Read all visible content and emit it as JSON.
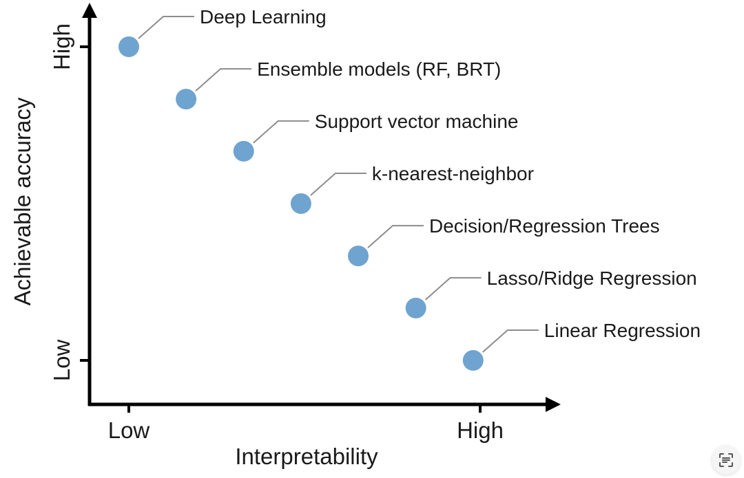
{
  "chart_data": {
    "type": "scatter",
    "xlabel": "Interpretability",
    "ylabel": "Achievable accuracy",
    "x_ticks": [
      {
        "label": "Low",
        "value": 0
      },
      {
        "label": "High",
        "value": 1
      }
    ],
    "y_ticks": [
      {
        "label": "Low",
        "value": 0
      },
      {
        "label": "High",
        "value": 1
      }
    ],
    "xlim": [
      -0.11,
      1.22
    ],
    "ylim": [
      -0.13,
      1.13
    ],
    "grid": false,
    "point_color": "#6fa3d0",
    "points": [
      {
        "label": "Deep Learning",
        "x": 0.0,
        "y": 1.0
      },
      {
        "label": "Ensemble models (RF, BRT)",
        "x": 0.163,
        "y": 0.833
      },
      {
        "label": "Support vector machine",
        "x": 0.327,
        "y": 0.667
      },
      {
        "label": "k-nearest-neighbor",
        "x": 0.49,
        "y": 0.5
      },
      {
        "label": "Decision/Regression Trees",
        "x": 0.653,
        "y": 0.333
      },
      {
        "label": "Lasso/Ridge Regression",
        "x": 0.817,
        "y": 0.167
      },
      {
        "label": "Linear Regression",
        "x": 0.98,
        "y": 0.0
      }
    ]
  },
  "ui": {
    "scan_icon": "scan-text-icon"
  }
}
